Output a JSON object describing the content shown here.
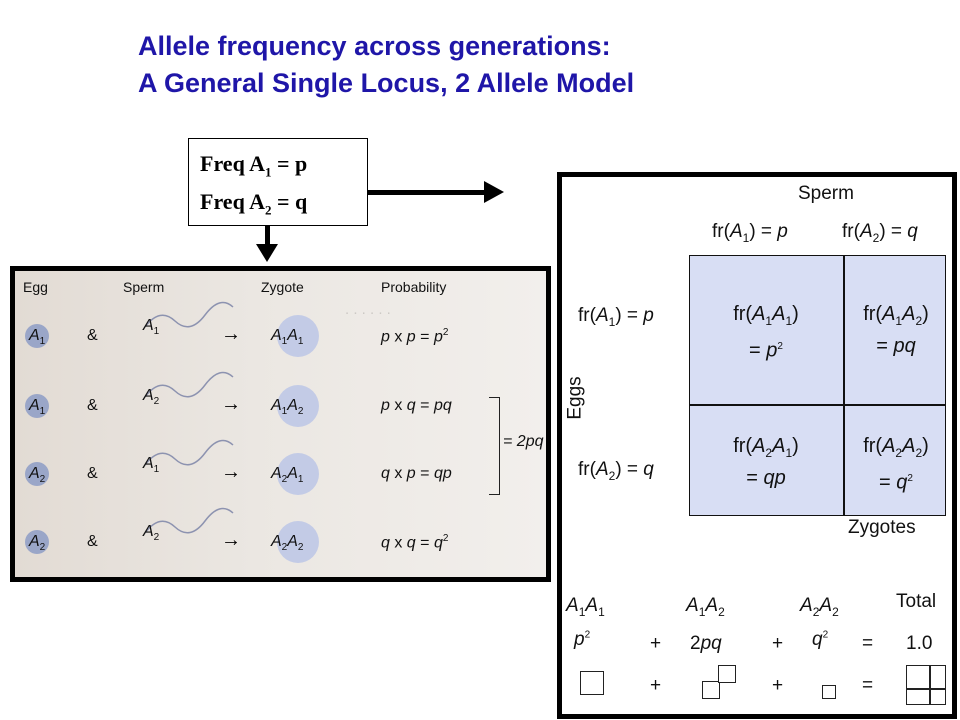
{
  "title": {
    "line1": "Allele frequency across generations:",
    "line2": "A General Single Locus, 2 Allele Model"
  },
  "freq_box": {
    "line1_label": "Freq A",
    "line1_sub": "1",
    "line1_rest": " = p",
    "line2_label": "Freq A",
    "line2_sub": "2",
    "line2_rest": " = q"
  },
  "left_table": {
    "headers": [
      "Egg",
      "Sperm",
      "Zygote",
      "Probability"
    ],
    "amp": "&",
    "rows": [
      {
        "egg": "A1",
        "sperm": "A1",
        "zygote": "A1A1",
        "probability": "p x p = p2"
      },
      {
        "egg": "A1",
        "sperm": "A2",
        "zygote": "A1A2",
        "probability": "p x q = pq"
      },
      {
        "egg": "A2",
        "sperm": "A1",
        "zygote": "A2A1",
        "probability": "q x p = qp"
      },
      {
        "egg": "A2",
        "sperm": "A2",
        "zygote": "A2A2",
        "probability": "q x q = q2"
      }
    ],
    "bracket_label": "= 2pq"
  },
  "right_panel": {
    "sperm_label": "Sperm",
    "eggs_label": "Eggs",
    "zygotes_label": "Zygotes",
    "col_headers": [
      "fr(A1) = p",
      "fr(A2) = q"
    ],
    "row_headers": [
      "fr(A1) = p",
      "fr(A2) = q"
    ],
    "cells": [
      [
        "fr(A1A1) = p2",
        "fr(A1A2) = pq"
      ],
      [
        "fr(A2A1) = qp",
        "fr(A2A2) = q2"
      ]
    ],
    "summary_headers": [
      "A1A1",
      "A1A2",
      "A2A2",
      "Total"
    ],
    "summary_values": [
      "p2",
      "+",
      "2pq",
      "+",
      "q2",
      "=",
      "1.0"
    ],
    "summary_plus": "+",
    "summary_equals": "="
  }
}
